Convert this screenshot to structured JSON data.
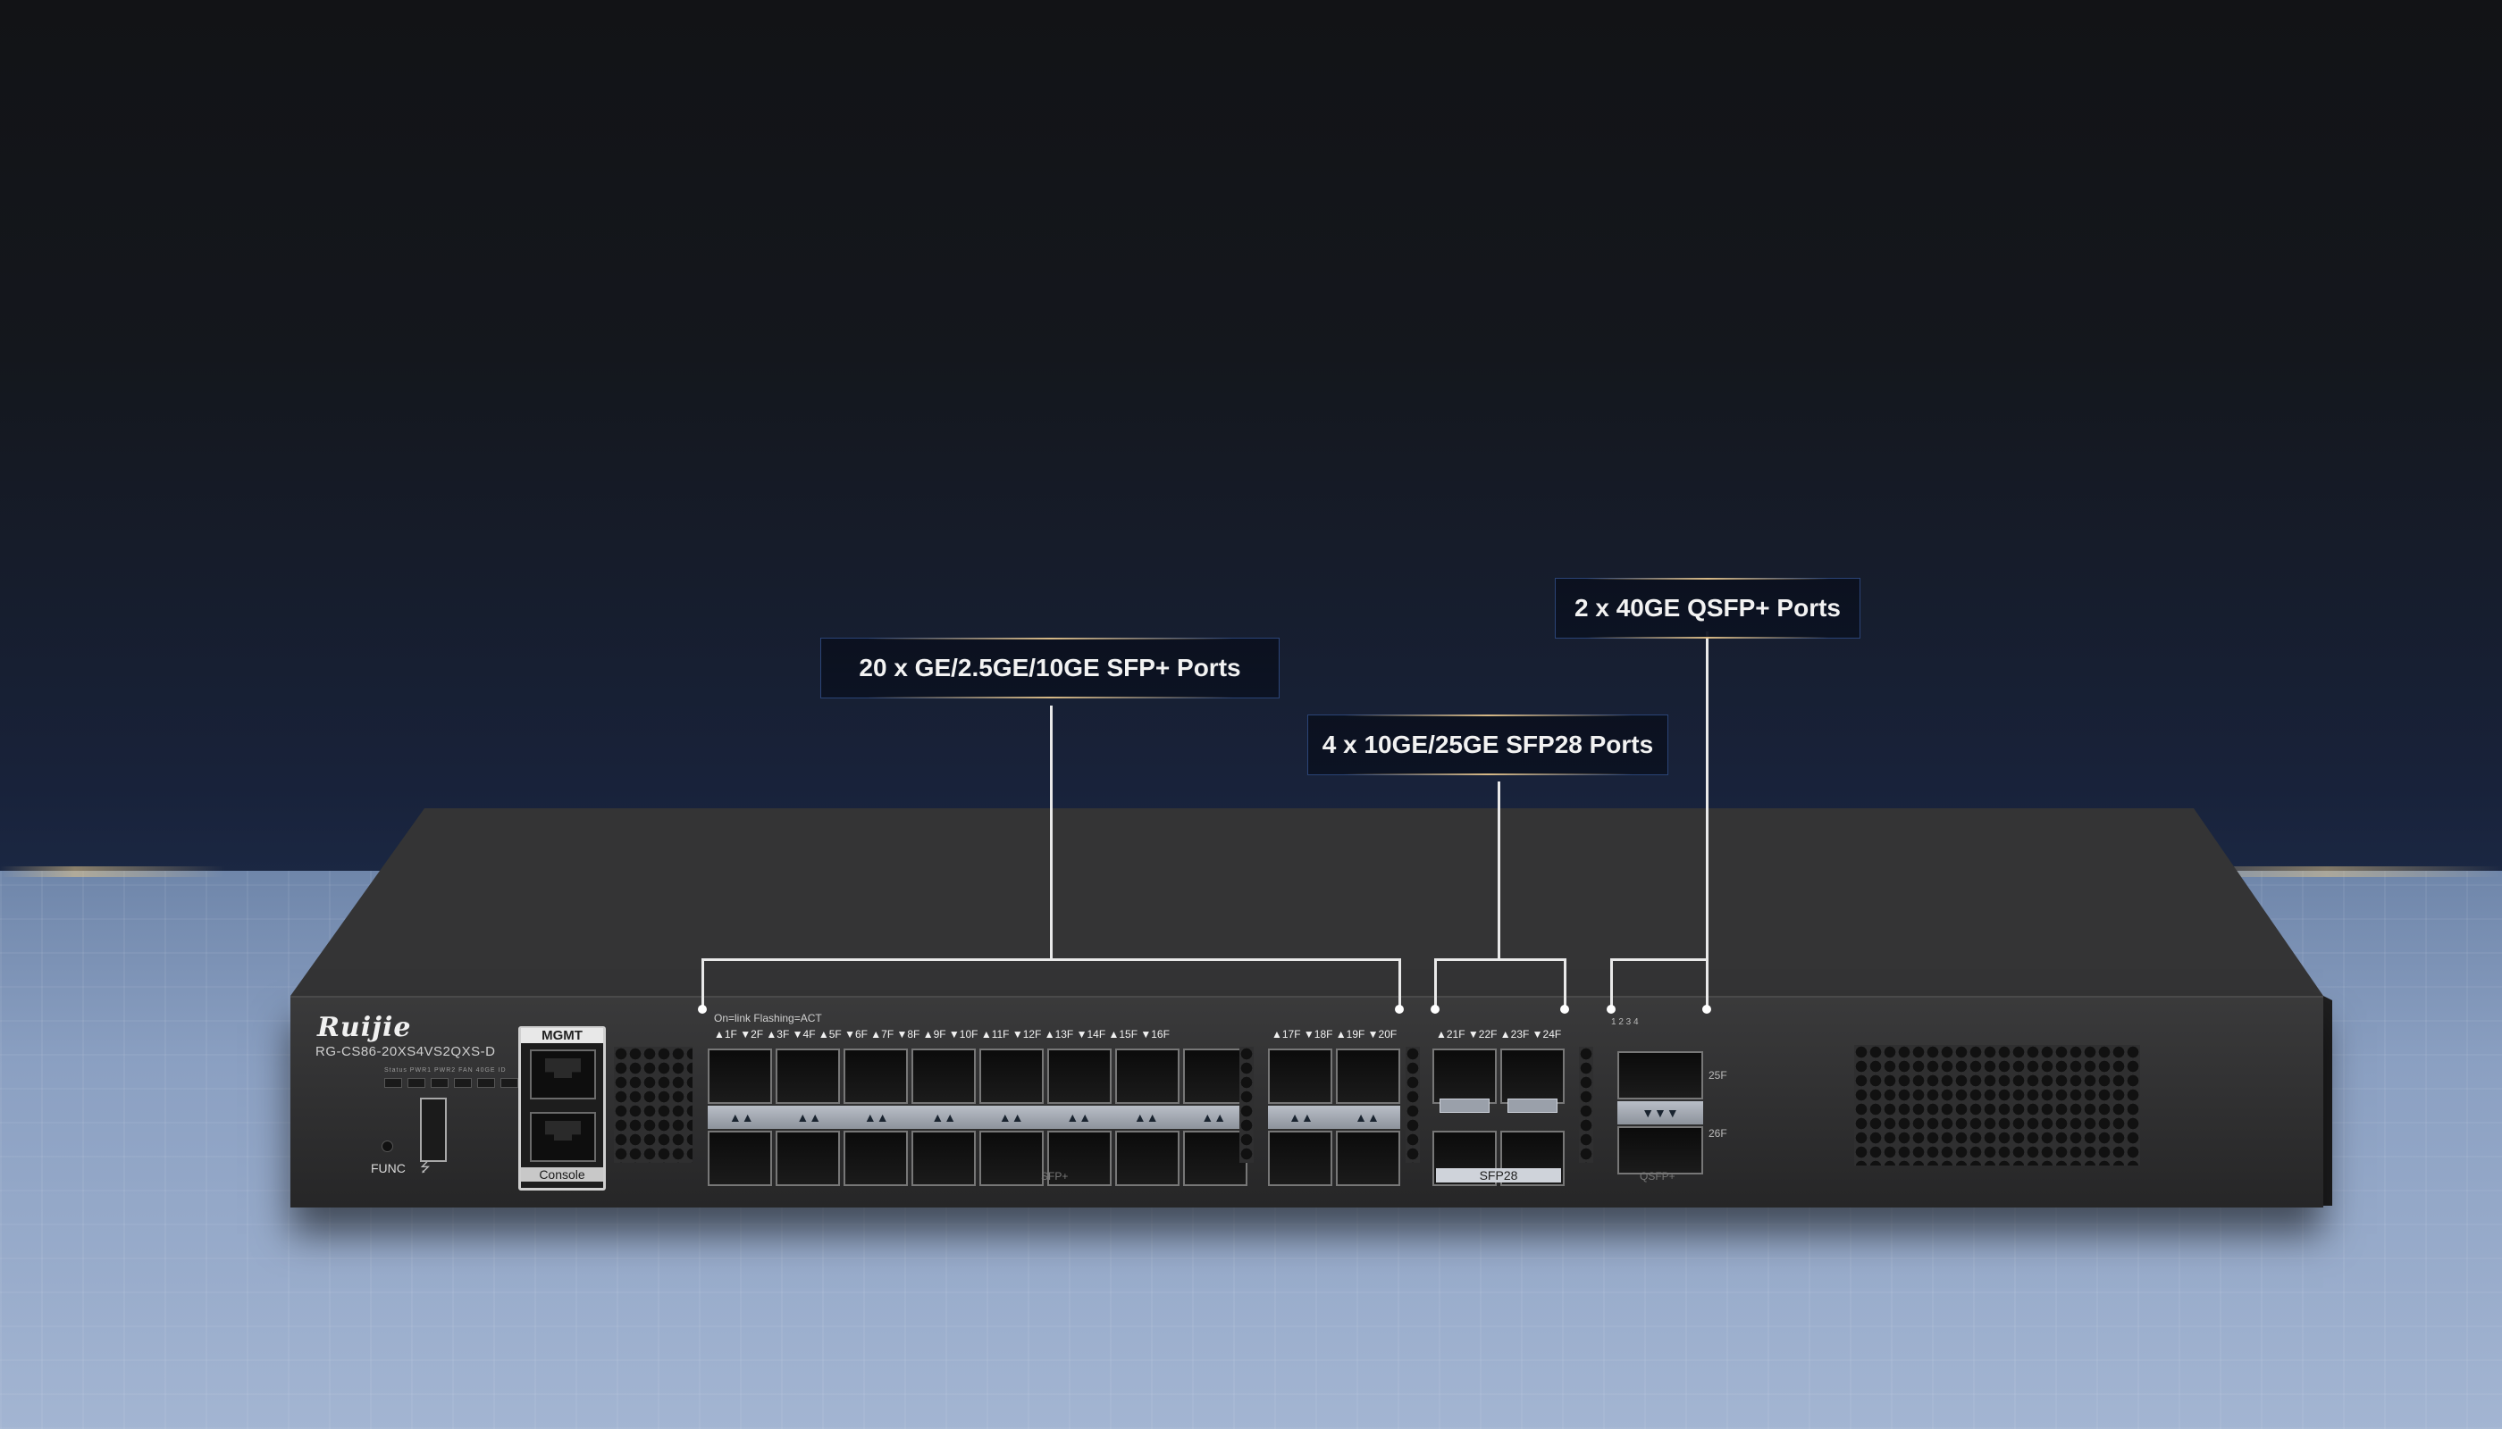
{
  "brand": {
    "logo_text": "Ruijie",
    "model": "RG-CS86-20XS4VS2QXS-D"
  },
  "status_leds_label": "Status PWR1 PWR2 FAN 40GE ID",
  "func_label": "FUNC",
  "usb_symbol": "⭍",
  "mgmt": {
    "top_label": "MGMT",
    "bottom_label": "Console"
  },
  "led_legend": "On=link  Flashing=ACT",
  "sfp_port_labels_a": "▲1F ▼2F  ▲3F ▼4F  ▲5F ▼6F  ▲7F ▼8F  ▲9F ▼10F  ▲11F ▼12F  ▲13F ▼14F  ▲15F ▼16F",
  "sfp_port_labels_b": "▲17F ▼18F  ▲19F ▼20F",
  "sfp28_port_labels": "▲21F ▼22F ▲23F ▼24F",
  "qsfp_port_labels": "1   2   3   4",
  "qsfp_side_labels": [
    "25F",
    "26F"
  ],
  "group_labels": {
    "sfp_plus": "SFP+",
    "sfp28": "SFP28",
    "qsfp": "QSFP+"
  },
  "callouts": {
    "sfp_plus": "20 x GE/2.5GE/10GE SFP+ Ports",
    "sfp28": "4 x 10GE/25GE SFP28 Ports",
    "qsfp": "2 x 40GE QSFP+ Ports"
  },
  "colors": {
    "callout_border": "#466ebe",
    "callout_accent": "#ebc88c",
    "chassis": "#2e2e2f",
    "floor": "#8ba0c2"
  }
}
